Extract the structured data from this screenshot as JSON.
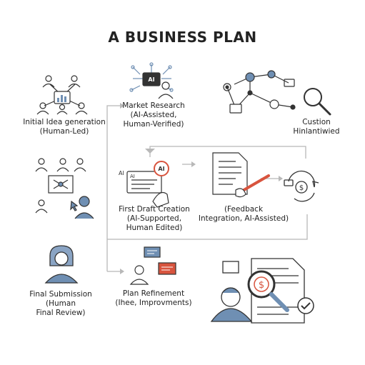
{
  "title": "A BUSINESS PLAN",
  "steps": {
    "idea": {
      "line1": "Initial Idea generation",
      "line2": "(Human-Led)"
    },
    "market": {
      "line1": "Market Research",
      "line2": "(AI-Assisted,",
      "line3": "Human-Verified)"
    },
    "custom": {
      "line1": "Custion",
      "line2": "Hinlantiwied"
    },
    "draft": {
      "line1": "First Draft Creation",
      "line2": "(AI-Supported,",
      "line3": "Human Edited)"
    },
    "feedback": {
      "line1": "(Feedback",
      "line2": "Integration, AI-Assisted)"
    },
    "submission": {
      "line1": "Final Submission",
      "line2": "(Human",
      "line3": "Final Review)"
    },
    "refinement": {
      "line1": "Plan Refinement",
      "line2": "(Ihee, Improvments)"
    }
  },
  "badges": {
    "ai_chip": "AI",
    "draft_ai_small": "AI",
    "draft_ai_card": "AI",
    "draft_ai_bubble": "AI"
  },
  "colors": {
    "accent_blue": "#6f8fb3",
    "accent_red": "#d8543e",
    "line_gray": "#b8b8b8",
    "ink": "#333333"
  }
}
